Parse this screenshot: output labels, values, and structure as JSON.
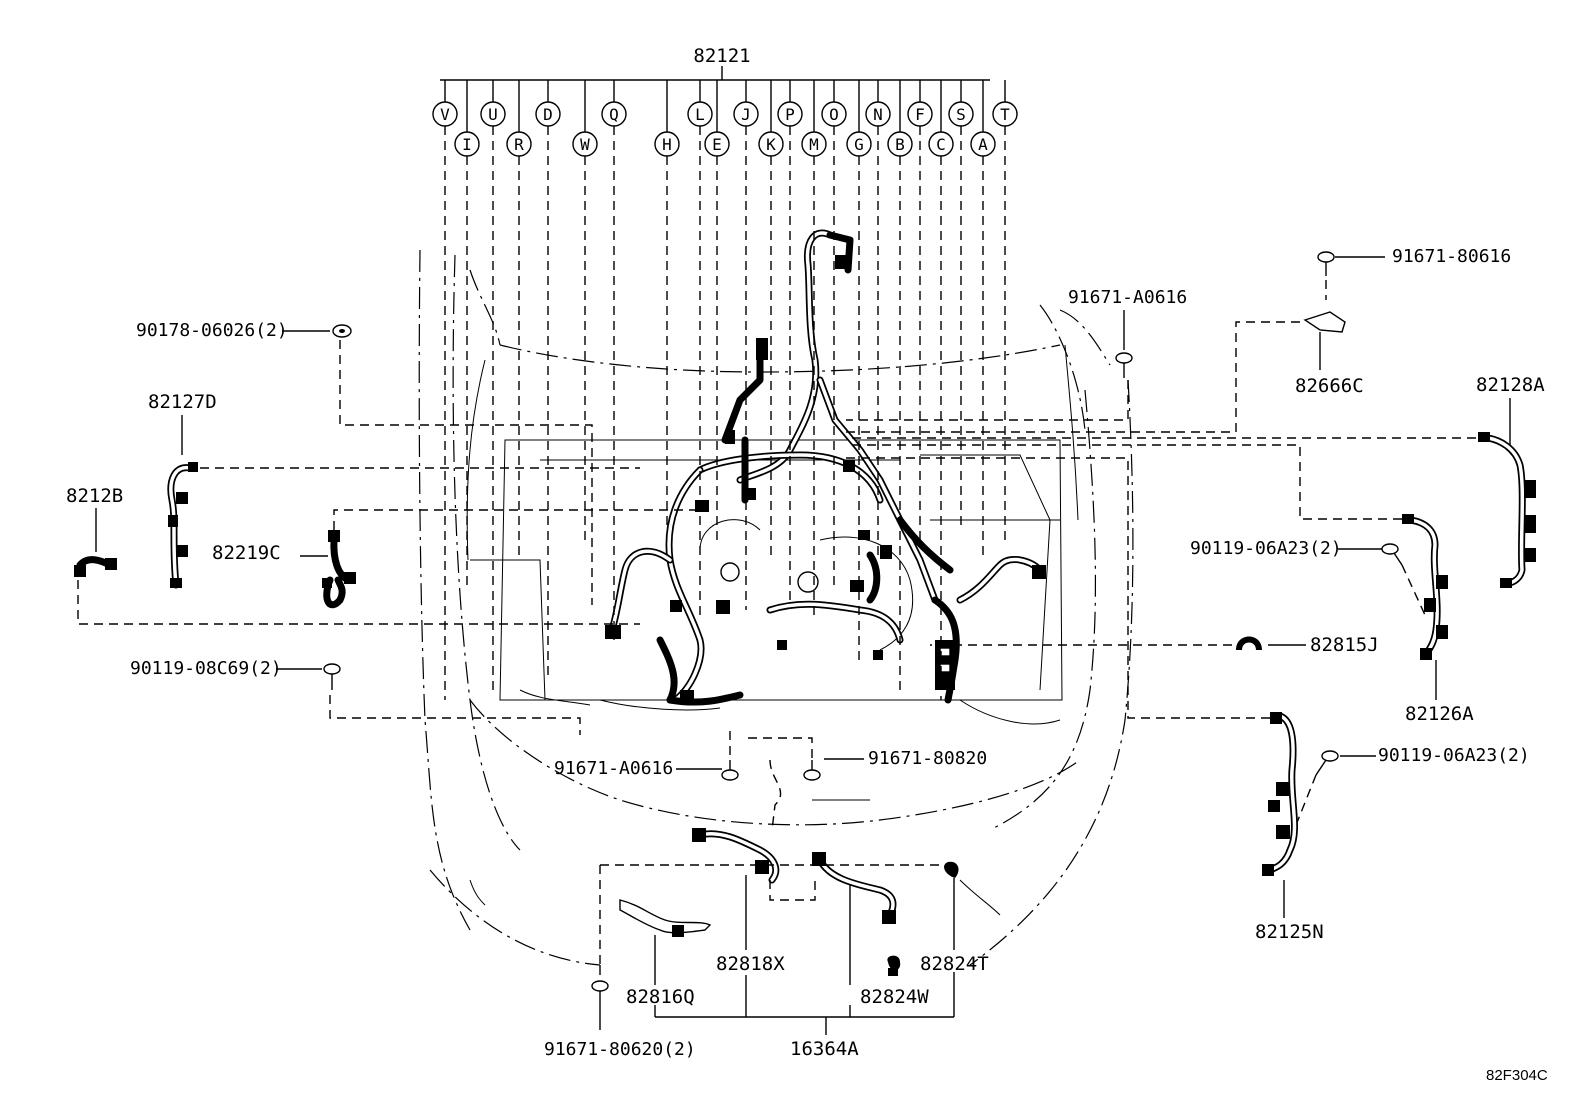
{
  "diagram": {
    "main_part": "82121",
    "connector_letters_top": [
      "V",
      "U",
      "D",
      "Q",
      "L",
      "J",
      "P",
      "O",
      "N",
      "F",
      "S",
      "T"
    ],
    "connector_letters_bottom": [
      "I",
      "R",
      "W",
      "H",
      "E",
      "K",
      "M",
      "G",
      "B",
      "C",
      "A"
    ],
    "parts": {
      "p90178": "90178-06026(2)",
      "p82127D": "82127D",
      "p8212B": "8212B",
      "p82219C": "82219C",
      "p90119_08C69": "90119-08C69(2)",
      "p91671_A0616_top": "91671-A0616",
      "p91671_80616": "91671-80616",
      "p82666C": "82666C",
      "p82128A": "82128A",
      "p90119_06A23_a": "90119-06A23(2)",
      "p82126A": "82126A",
      "p82815J": "82815J",
      "p90119_06A23_b": "90119-06A23(2)",
      "p82125N": "82125N",
      "p91671_A0616_bottom": "91671-A0616",
      "p91671_80820": "91671-80820",
      "p82818X": "82818X",
      "p82824T": "82824T",
      "p82816Q": "82816Q",
      "p82824W": "82824W",
      "p91671_80620": "91671-80620(2)",
      "p16364A": "16364A"
    },
    "figure_code": "82F304C"
  }
}
